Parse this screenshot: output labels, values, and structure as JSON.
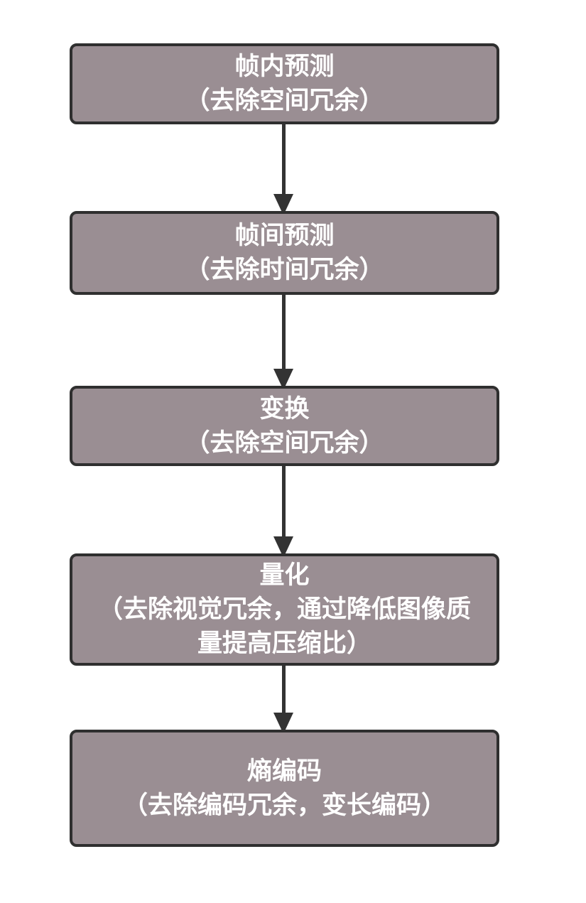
{
  "flowchart": {
    "colors": {
      "background": "#ffffff",
      "node_fill": "#9a8e93",
      "node_border": "#2f2f2f",
      "node_text": "#ffffff",
      "arrow": "#333333"
    },
    "steps": [
      {
        "title": "帧内预测",
        "subtitle": "（去除空间冗余）"
      },
      {
        "title": "帧间预测",
        "subtitle": "（去除时间冗余）"
      },
      {
        "title": "变换",
        "subtitle": "（去除空间冗余）"
      },
      {
        "title": "量化",
        "subtitle": "（去除视觉冗余，通过降低图像质量提高压缩比）"
      },
      {
        "title": "熵编码",
        "subtitle": "（去除编码冗余，变长编码）"
      }
    ],
    "edges": [
      {
        "from": 1,
        "to": 2
      },
      {
        "from": 2,
        "to": 3
      },
      {
        "from": 3,
        "to": 4
      },
      {
        "from": 4,
        "to": 5
      }
    ]
  }
}
